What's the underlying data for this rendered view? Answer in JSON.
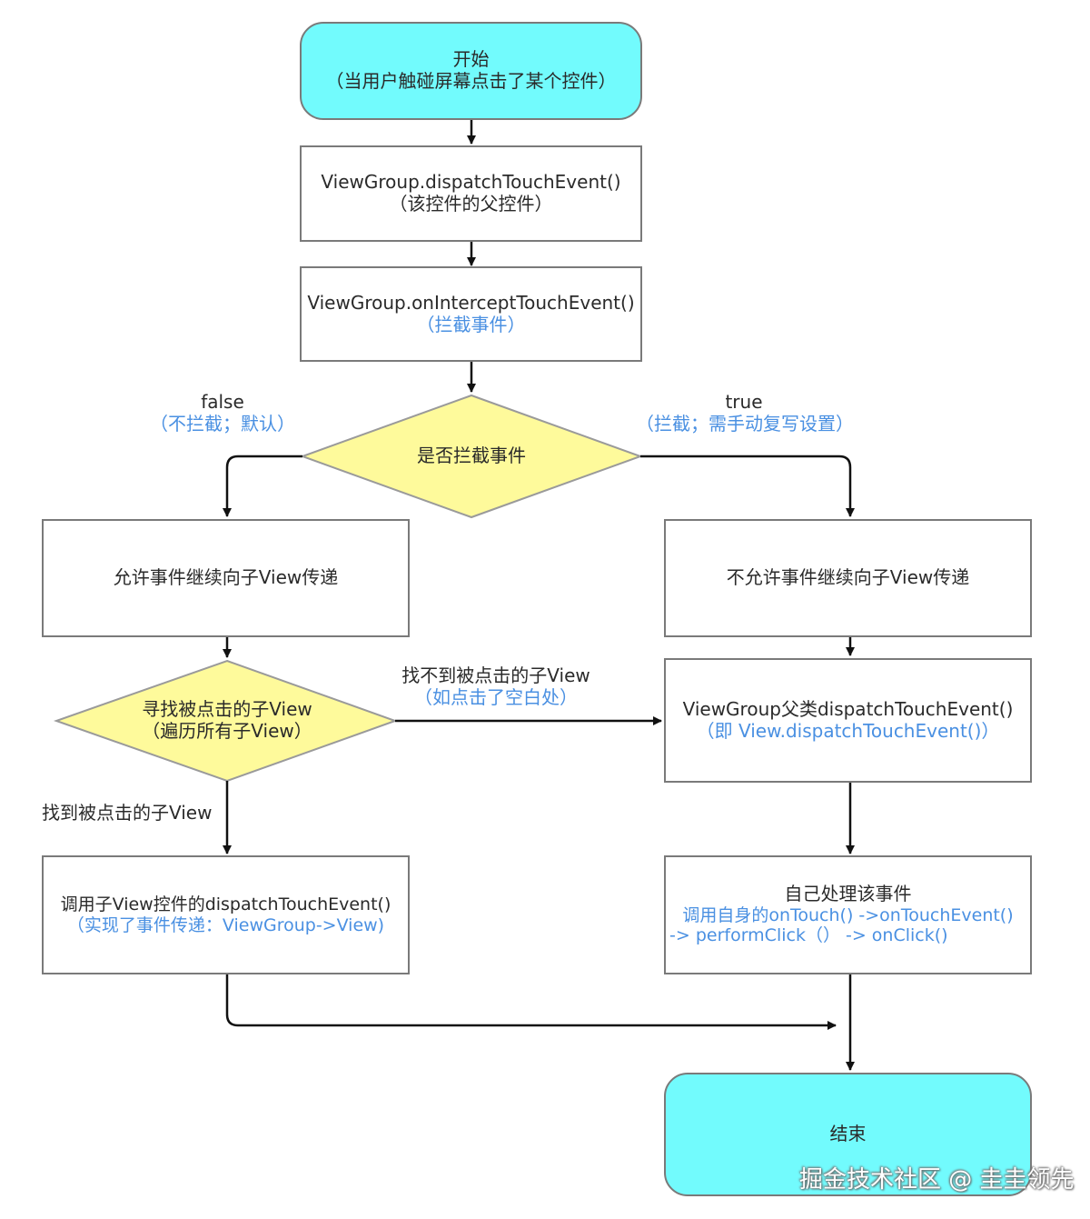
{
  "colors": {
    "terminal_fill": "#72fbfd",
    "decision_fill": "#fefa9b",
    "box_border": "#7a7a7a",
    "arrow": "#111111",
    "accent_text": "#4a90e2"
  },
  "nodes": {
    "start": {
      "line1": "开始",
      "line2": "（当用户触碰屏幕点击了某个控件）"
    },
    "dispatch": {
      "line1": "ViewGroup.dispatchTouchEvent()",
      "line2": "（该控件的父控件）"
    },
    "intercept": {
      "line1": "ViewGroup.onInterceptTouchEvent()",
      "line2": "（拦截事件）"
    },
    "decision_intercept": {
      "line1": "是否拦截事件"
    },
    "allow": {
      "line1": "允许事件继续向子View传递"
    },
    "deny": {
      "line1": "不允许事件继续向子View传递"
    },
    "decision_find": {
      "line1": "寻找被点击的子View",
      "line2": "（遍历所有子View）"
    },
    "parent_dispatch": {
      "line1": "ViewGroup父类dispatchTouchEvent()",
      "line2": "（即 View.dispatchTouchEvent()）"
    },
    "child_dispatch": {
      "line1": "调用子View控件的dispatchTouchEvent()",
      "line2": "（实现了事件传递：ViewGroup->View)"
    },
    "self_handle": {
      "line1": "自己处理该事件",
      "line2": "调用自身的onTouch() ->onTouchEvent()",
      "line3": "-> performClick（） -> onClick()"
    },
    "end": {
      "line1": "结束"
    }
  },
  "edge_labels": {
    "false": {
      "line1": "false",
      "line2": "（不拦截；默认）"
    },
    "true": {
      "line1": "true",
      "line2": "（拦截；需手动复写设置）"
    },
    "not_found": {
      "line1": "找不到被点击的子View",
      "line2": "（如点击了空白处）"
    },
    "found": {
      "line1": "找到被点击的子View"
    }
  },
  "watermark": "掘金技术社区 @ 圭圭领先"
}
